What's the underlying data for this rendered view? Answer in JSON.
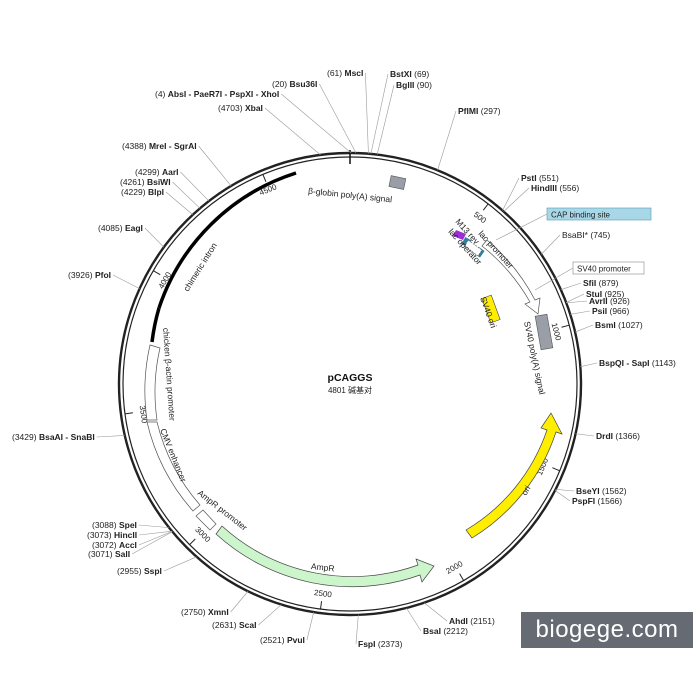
{
  "plasmid": {
    "name": "pCAGGS",
    "size_label": "4801 碱基对",
    "length": 4801
  },
  "watermark": "biogege.com",
  "ticks": [
    {
      "pos": 500,
      "label": "500"
    },
    {
      "pos": 1000,
      "label": "1000"
    },
    {
      "pos": 1500,
      "label": "1500"
    },
    {
      "pos": 2000,
      "label": "2000"
    },
    {
      "pos": 2500,
      "label": "2500"
    },
    {
      "pos": 3000,
      "label": "3000"
    },
    {
      "pos": 3500,
      "label": "3500"
    },
    {
      "pos": 4000,
      "label": "4000"
    },
    {
      "pos": 4500,
      "label": "4500"
    }
  ],
  "sites": [
    {
      "pos": "(61)",
      "name": "MscI",
      "bp": 61
    },
    {
      "pos": "(69)",
      "name": "BstXI",
      "bp": 69
    },
    {
      "pos": "(90)",
      "name": "BglII",
      "bp": 90
    },
    {
      "pos": "(20)",
      "name": "Bsu36I",
      "bp": 20
    },
    {
      "pos": "(4)",
      "name": "AbsI - PaeR7I - PspXI - XhoI",
      "bp": 4
    },
    {
      "pos": "(4703)",
      "name": "XbaI",
      "bp": 4703
    },
    {
      "pos": "(297)",
      "name": "PflMI",
      "bp": 297
    },
    {
      "pos": "(4388)",
      "name": "MreI - SgrAI",
      "bp": 4388
    },
    {
      "pos": "(4299)",
      "name": "AarI",
      "bp": 4299
    },
    {
      "pos": "(4261)",
      "name": "BsiWI",
      "bp": 4261
    },
    {
      "pos": "(4229)",
      "name": "BlpI",
      "bp": 4229
    },
    {
      "pos": "(551)",
      "name": "PstI",
      "bp": 551
    },
    {
      "pos": "(556)",
      "name": "HindIII",
      "bp": 556
    },
    {
      "pos": "(4085)",
      "name": "EagI",
      "bp": 4085
    },
    {
      "pos": "(745)",
      "name": "BsaBI*",
      "bp": 745
    },
    {
      "pos": "(3926)",
      "name": "PfoI",
      "bp": 3926
    },
    {
      "pos": "(879)",
      "name": "SfiI",
      "bp": 879
    },
    {
      "pos": "(925)",
      "name": "StuI",
      "bp": 925
    },
    {
      "pos": "(926)",
      "name": "AvrII",
      "bp": 926
    },
    {
      "pos": "(966)",
      "name": "PsiI",
      "bp": 966
    },
    {
      "pos": "(1027)",
      "name": "BsmI",
      "bp": 1027
    },
    {
      "pos": "(1143)",
      "name": "BspQI - SapI",
      "bp": 1143
    },
    {
      "pos": "(3429)",
      "name": "BsaAI - SnaBI",
      "bp": 3429
    },
    {
      "pos": "(1366)",
      "name": "DrdI",
      "bp": 1366
    },
    {
      "pos": "(1562)",
      "name": "BseYI",
      "bp": 1562
    },
    {
      "pos": "(1566)",
      "name": "PspFI",
      "bp": 1566
    },
    {
      "pos": "(3088)",
      "name": "SpeI",
      "bp": 3088
    },
    {
      "pos": "(3073)",
      "name": "HincII",
      "bp": 3073
    },
    {
      "pos": "(3072)",
      "name": "AccI",
      "bp": 3072
    },
    {
      "pos": "(3071)",
      "name": "SalI",
      "bp": 3071
    },
    {
      "pos": "(2955)",
      "name": "SspI",
      "bp": 2955
    },
    {
      "pos": "(2750)",
      "name": "XmnI",
      "bp": 2750
    },
    {
      "pos": "(2631)",
      "name": "ScaI",
      "bp": 2631
    },
    {
      "pos": "(2521)",
      "name": "PvuI",
      "bp": 2521
    },
    {
      "pos": "(2373)",
      "name": "FspI",
      "bp": 2373
    },
    {
      "pos": "(2212)",
      "name": "BsaI",
      "bp": 2212
    },
    {
      "pos": "(2151)",
      "name": "AhdI",
      "bp": 2151
    }
  ],
  "features": {
    "beta_globin": "β-globin poly(A) signal",
    "chimeric_intron": "chimeric intron",
    "chicken_actin": "chicken β-actin promoter",
    "cmv_enhancer": "CMV enhancer",
    "ampr_promoter": "AmpR promoter",
    "ampr": "AmpR",
    "ori": "ori",
    "sv40_polya": "SV40 poly(A) signal",
    "sv40_ori": "SV40 ori",
    "m13_rev": "M13 rev",
    "lac_promoter": "lac promoter",
    "lac_operator": "lac operator",
    "cap_site": "CAP binding site",
    "sv40_promoter": "SV40 promoter"
  },
  "colors": {
    "backbone": "#222222",
    "ampr_fill": "#ccf5cc",
    "ori_fill": "#ffee00",
    "polya_fill": "#9a9ea6",
    "cap_fill": "#a8d8e8",
    "m13_fill": "#9b2fd1",
    "lac_op_fill": "#2f7fa0",
    "watermark_bg": "#666b73"
  }
}
